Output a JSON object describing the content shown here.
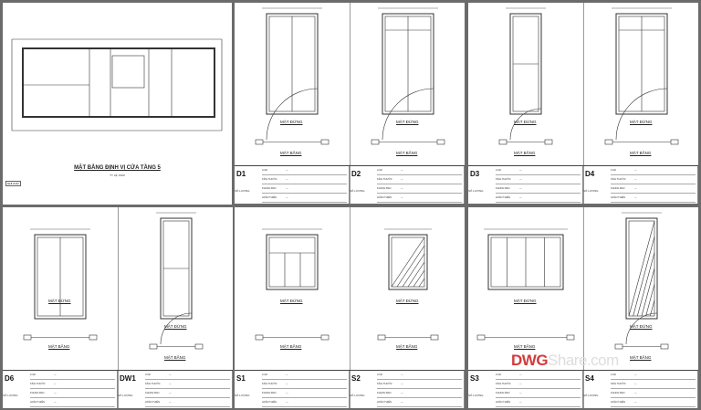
{
  "plan": {
    "title": "MẶT BẰNG ĐỊNH VỊ CỬA TẦNG 5",
    "scale": "TỶ LỆ 1/100",
    "legend_label": "GHI CHÚ"
  },
  "labels": {
    "elevation": "MẶT ĐỨNG",
    "plan": "MẶT BẰNG"
  },
  "table_fields": {
    "type": "LOẠI",
    "size": "KÍCH THƯỚC",
    "frame": "KHUNG BAO",
    "finish": "HOÀN THIỆN",
    "qty": "SỐ LƯỢNG"
  },
  "panels": [
    {
      "codes": [
        "D1",
        "D2"
      ],
      "kinds": [
        "door2",
        "door2t"
      ]
    },
    {
      "codes": [
        "D3",
        "D4"
      ],
      "kinds": [
        "door1",
        "door2t"
      ]
    },
    {
      "codes": [
        "D6",
        "DW1"
      ],
      "kinds": [
        "win2",
        "door1"
      ]
    },
    {
      "codes": [
        "S1",
        "S2"
      ],
      "kinds": [
        "win3",
        "winx"
      ]
    },
    {
      "codes": [
        "S3",
        "S4"
      ],
      "kinds": [
        "win4",
        "doorx"
      ]
    }
  ],
  "watermark": {
    "part1": "DWG",
    "part2": "Share.com"
  },
  "colors": {
    "line": "#333333",
    "watermark": "#d23b3b"
  }
}
